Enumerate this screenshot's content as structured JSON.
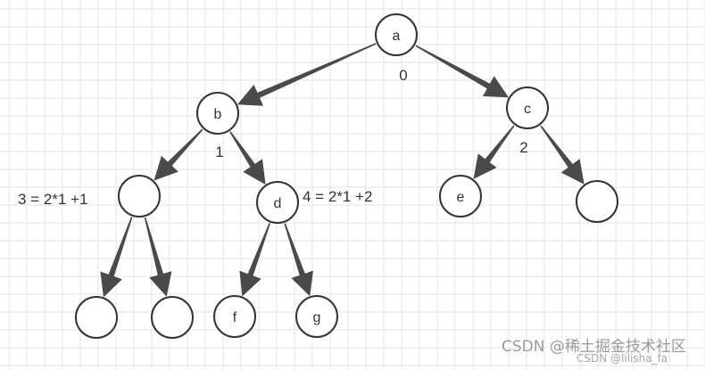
{
  "tree": {
    "nodes": [
      {
        "id": "n0",
        "label": "a"
      },
      {
        "id": "n1",
        "label": "b"
      },
      {
        "id": "n2",
        "label": "c"
      },
      {
        "id": "n3",
        "label": ""
      },
      {
        "id": "n4",
        "label": "d"
      },
      {
        "id": "n5",
        "label": "e"
      },
      {
        "id": "n6",
        "label": ""
      },
      {
        "id": "n7",
        "label": ""
      },
      {
        "id": "n8",
        "label": ""
      },
      {
        "id": "n9",
        "label": "f"
      },
      {
        "id": "n10",
        "label": "g"
      }
    ],
    "edges": [
      {
        "from": "n0",
        "to": "n1"
      },
      {
        "from": "n0",
        "to": "n2"
      },
      {
        "from": "n1",
        "to": "n3"
      },
      {
        "from": "n1",
        "to": "n4"
      },
      {
        "from": "n2",
        "to": "n5"
      },
      {
        "from": "n2",
        "to": "n6"
      },
      {
        "from": "n3",
        "to": "n7"
      },
      {
        "from": "n3",
        "to": "n8"
      },
      {
        "from": "n4",
        "to": "n9"
      },
      {
        "from": "n4",
        "to": "n10"
      }
    ],
    "index_labels": {
      "a_index": "0",
      "b_index": "1",
      "c_index": "2",
      "left_child_formula": "3 = 2*1 +1",
      "right_child_formula": "4 = 2*1 +2"
    }
  },
  "watermark": {
    "primary": "CSDN @稀土掘金技术社区",
    "secondary": "CSDN @lilisha_fa"
  },
  "colors": {
    "grid": "#e6e6e6",
    "node_stroke": "#333333",
    "arrow": "#4a4a4a"
  }
}
